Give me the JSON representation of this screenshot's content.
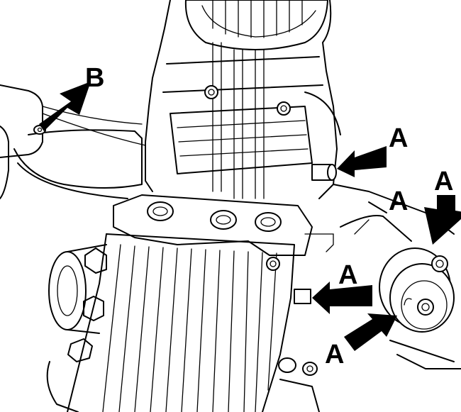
{
  "callouts": {
    "b": "B",
    "a1": "A",
    "a2": "A",
    "a3": "A",
    "a4": "A",
    "a5": "A"
  }
}
